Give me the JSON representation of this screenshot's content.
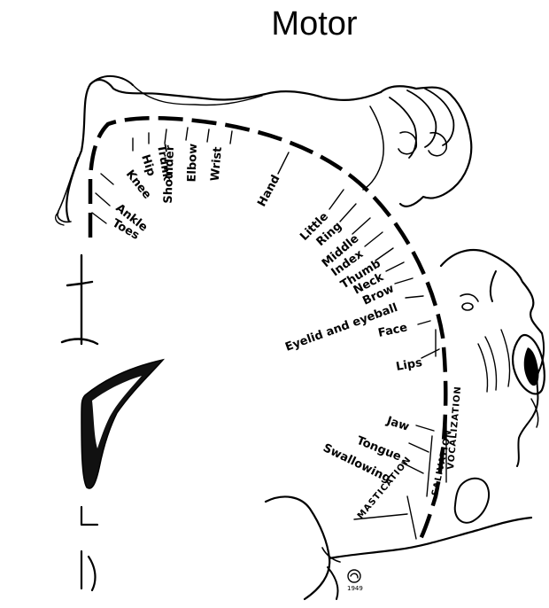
{
  "title": "Motor",
  "labels": {
    "toes": "Toes",
    "ankle": "Ankle",
    "knee": "Knee",
    "hip": "Hip",
    "trunk": "Trunk",
    "shoulder": "Shoulder",
    "elbow": "Elbow",
    "wrist": "Wrist",
    "hand": "Hand",
    "little": "Little",
    "ring": "Ring",
    "middle": "Middle",
    "index": "Index",
    "thumb": "Thumb",
    "neck": "Neck",
    "brow": "Brow",
    "eyelid": "Eyelid and eyeball",
    "face": "Face",
    "lips": "Lips",
    "jaw": "Jaw",
    "tongue": "Tongue",
    "swallowing": "Swallowing",
    "vocalization": "VOCALIZATION",
    "salivation": "SALIVATION",
    "mastication": "MASTICATION"
  },
  "signature": "1949",
  "icons": {
    "homunculus": "motor-homunculus-illustration",
    "cortex": "cortex-strip-arc"
  }
}
